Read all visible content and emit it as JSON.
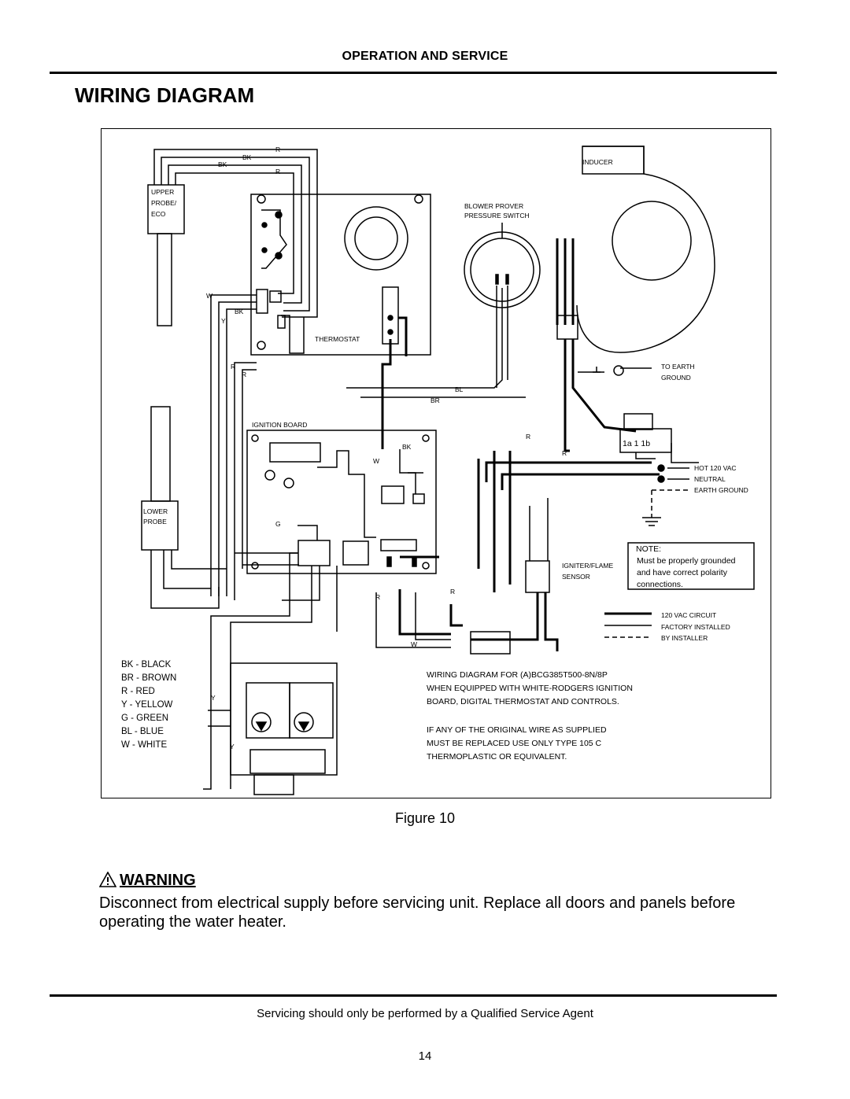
{
  "header": {
    "section": "OPERATION AND SERVICE",
    "title": "WIRING DIAGRAM"
  },
  "diagram": {
    "wire_labels": {
      "bk": "BK",
      "r": "R",
      "w": "W",
      "y": "Y",
      "g": "G",
      "bl": "BL",
      "br": "BR"
    },
    "components": {
      "upper_probe": [
        "UPPER",
        "PROBE/",
        "ECO"
      ],
      "lower_probe": [
        "LOWER",
        "PROBE"
      ],
      "inducer": "INDUCER",
      "blower_prover": [
        "BLOWER PROVER",
        "PRESSURE SWITCH"
      ],
      "thermostat": "THERMOSTAT",
      "ignition_board": "IGNITION BOARD",
      "igniter_flame": [
        "IGNITER/FLAME",
        "SENSOR"
      ],
      "switch": "1a 1 1b",
      "to_earth": [
        "TO EARTH",
        "GROUND"
      ],
      "supply": [
        "HOT 120 VAC",
        "NEUTRAL",
        "EARTH GROUND"
      ]
    },
    "note": {
      "title": "NOTE:",
      "lines": [
        "Must be properly grounded",
        "and have correct polarity",
        "connections."
      ]
    },
    "line_legend": [
      "120 VAC CIRCUIT",
      "FACTORY INSTALLED",
      "BY INSTALLER"
    ],
    "color_legend": [
      "BK - BLACK",
      "BR - BROWN",
      "R - RED",
      "Y - YELLOW",
      "G - GREEN",
      "BL - BLUE",
      "W - WHITE"
    ],
    "caption_lines": [
      "WIRING DIAGRAM FOR (A)BCG385T500-8N/8P",
      "WHEN EQUIPPED WITH WHITE-RODGERS IGNITION",
      "BOARD, DIGITAL THERMOSTAT AND CONTROLS.",
      "",
      "IF ANY OF THE ORIGINAL WIRE AS SUPPLIED",
      "MUST BE REPLACED USE ONLY TYPE 105 C",
      "THERMOPLASTIC OR EQUIVALENT."
    ]
  },
  "figure_caption": "Figure 10",
  "warning": {
    "title": "WARNING",
    "text": "Disconnect from electrical supply before servicing unit.  Replace all doors and panels before operating the water heater."
  },
  "footer": {
    "note": "Servicing should only be performed by a Qualified Service Agent",
    "page_number": "14"
  }
}
